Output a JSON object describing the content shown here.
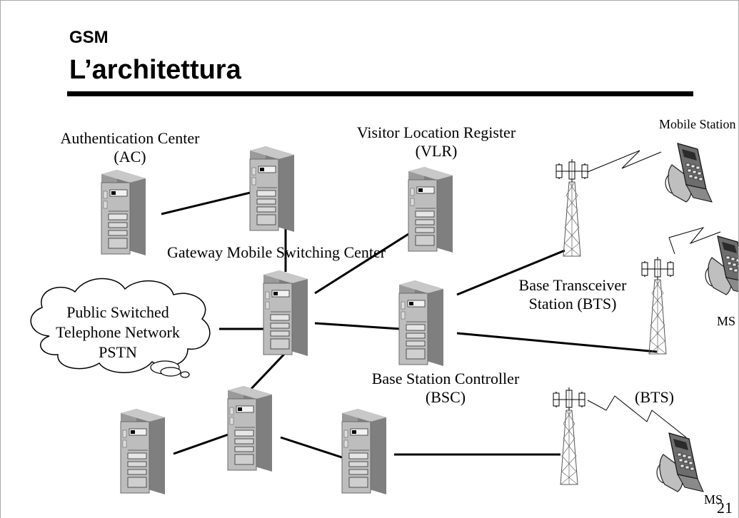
{
  "header": {
    "subtitle": "GSM",
    "title": "L’architettura"
  },
  "labels": {
    "ac": [
      "Authentication Center",
      "(AC)"
    ],
    "vlr": [
      "Visitor Location Register",
      "(VLR)"
    ],
    "gmsc": "Gateway Mobile Switching Center",
    "pstn": [
      "Public Switched",
      "Telephone Network",
      "PSTN"
    ],
    "bts": [
      "Base  Transceiver",
      "Station (BTS)"
    ],
    "bts2": "(BTS)",
    "bsc": [
      "Base Station Controller",
      "(BSC)"
    ],
    "mobile_station": "Mobile Station",
    "ms_right": "MS",
    "ms_bottom": "MS"
  },
  "page_number": "21"
}
